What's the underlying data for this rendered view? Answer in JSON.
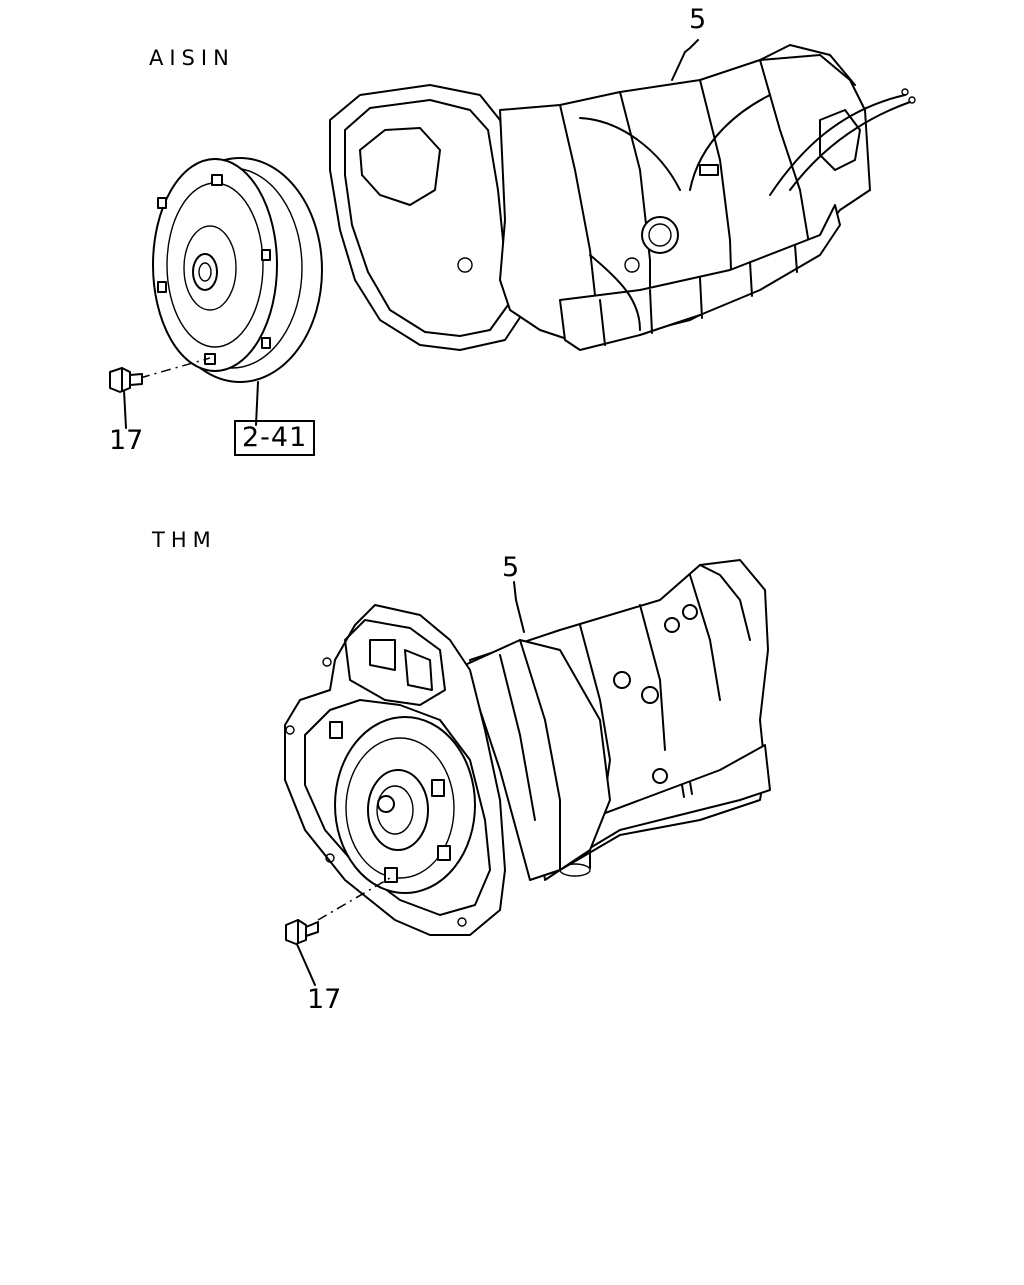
{
  "sections": {
    "aisin": {
      "title": "AISIN",
      "callouts": {
        "transmission": "5",
        "bolt": "17"
      },
      "reference_box": "2-41"
    },
    "thm": {
      "title": "THM",
      "callouts": {
        "transmission": "5",
        "bolt": "17"
      }
    }
  },
  "icons": {
    "aisin_transmission": "transmission-assembly-icon",
    "torque_converter": "torque-converter-icon",
    "thm_transmission": "transmission-assembly-icon",
    "bolt": "bolt-icon"
  }
}
